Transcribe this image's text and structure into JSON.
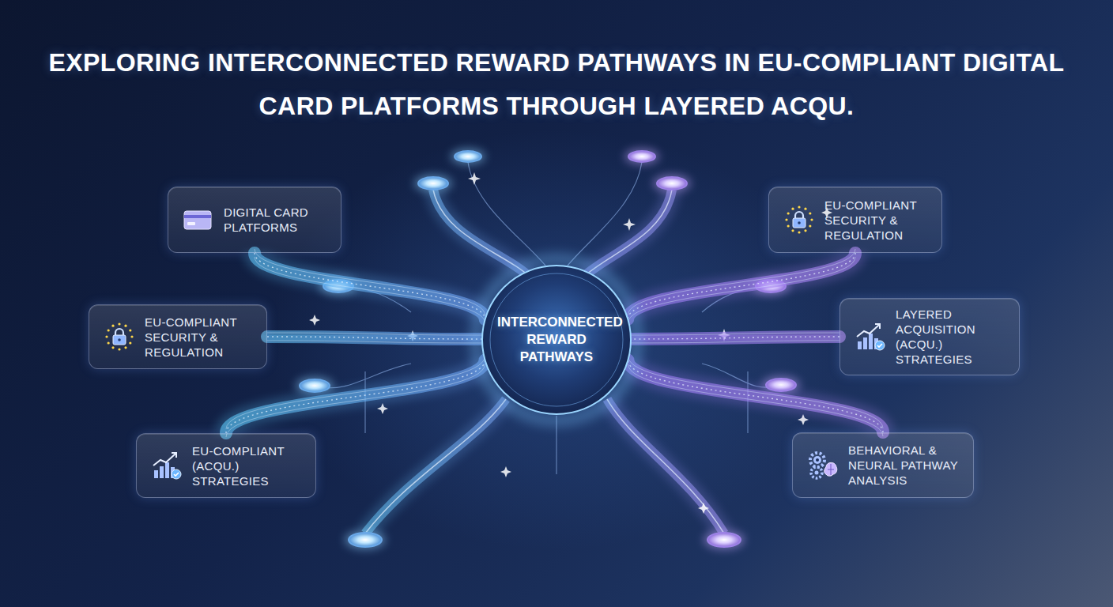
{
  "diagram": {
    "title": "EXPLORING INTERCONNECTED REWARD PATHWAYS IN EU-COMPLIANT DIGITAL CARD PLATFORMS THROUGH LAYERED ACQU.",
    "nodes": [
      {
        "text": [
          "DIGITAL CARD PLATFORMS"
        ]
      },
      {
        "text": [
          "EU-COMPLIANT SECURITY & REGULATION"
        ]
      },
      {
        "text": [
          "EU-COMPLIANT SECURITY & REGULATION"
        ]
      },
      {
        "text": [
          "INTERCONNECTED REWARD PATHWAYS"
        ]
      },
      {
        "text": [
          "LAYERED ACQUISITION (ACQU.) STRATEGIES"
        ]
      },
      {
        "text": [
          "EU-COMPLIANT (ACQU.) STRATEGIES"
        ]
      },
      {
        "text": [
          "BEHAVIORAL & NEURAL PATHWAY ANALYSIS"
        ]
      }
    ],
    "edges": [
      {
        "from": 0,
        "to": 3,
        "arrow": "none"
      },
      {
        "from": 1,
        "to": 3,
        "arrow": "none"
      },
      {
        "from": 2,
        "to": 3,
        "arrow": "none"
      },
      {
        "from": 4,
        "to": 3,
        "arrow": "none"
      },
      {
        "from": 5,
        "to": 3,
        "arrow": "none"
      },
      {
        "from": 6,
        "to": 3,
        "arrow": "none"
      }
    ]
  }
}
